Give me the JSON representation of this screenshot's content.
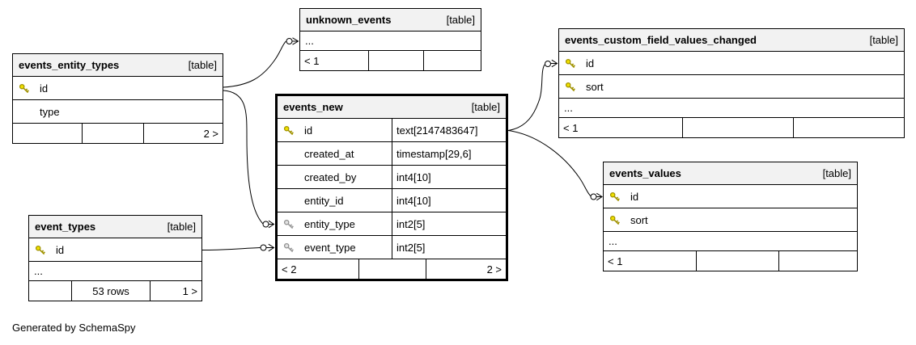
{
  "note": "Generated by SchemaSpy",
  "colors": {
    "primary_key": "#f0e000",
    "foreign_key": "#e3e3e3",
    "header_bg": "#f2f2f2",
    "border": "#000000"
  },
  "focus_table": "events_new",
  "tables": {
    "events_entity_types": {
      "name": "events_entity_types",
      "badge": "[table]",
      "columns": [
        {
          "name": "id",
          "key": "pk"
        },
        {
          "name": "type",
          "key": ""
        }
      ],
      "footer": {
        "left": "",
        "mid": "",
        "right": "2 >"
      }
    },
    "unknown_events": {
      "name": "unknown_events",
      "badge": "[table]",
      "columns": [
        {
          "name": "...",
          "key": ""
        }
      ],
      "footer": {
        "left": "< 1",
        "mid": "",
        "right": ""
      }
    },
    "events_custom_field_values_changed": {
      "name": "events_custom_field_values_changed",
      "badge": "[table]",
      "columns": [
        {
          "name": "id",
          "key": "pk"
        },
        {
          "name": "sort",
          "key": "pk"
        },
        {
          "name": "...",
          "key": ""
        }
      ],
      "footer": {
        "left": "< 1",
        "mid": "",
        "right": ""
      }
    },
    "events_new": {
      "name": "events_new",
      "badge": "[table]",
      "columns": [
        {
          "name": "id",
          "type": "text[2147483647]",
          "key": "pk"
        },
        {
          "name": "created_at",
          "type": "timestamp[29,6]",
          "key": ""
        },
        {
          "name": "created_by",
          "type": "int4[10]",
          "key": ""
        },
        {
          "name": "entity_id",
          "type": "int4[10]",
          "key": ""
        },
        {
          "name": "entity_type",
          "type": "int2[5]",
          "key": "fk"
        },
        {
          "name": "event_type",
          "type": "int2[5]",
          "key": "fk"
        }
      ],
      "footer": {
        "left": "< 2",
        "mid": "",
        "right": "2 >"
      }
    },
    "event_types": {
      "name": "event_types",
      "badge": "[table]",
      "columns": [
        {
          "name": "id",
          "key": "pk"
        },
        {
          "name": "...",
          "key": ""
        }
      ],
      "footer": {
        "left": "",
        "mid": "53 rows",
        "right": "1 >"
      }
    },
    "events_values": {
      "name": "events_values",
      "badge": "[table]",
      "columns": [
        {
          "name": "id",
          "key": "pk"
        },
        {
          "name": "sort",
          "key": "pk"
        },
        {
          "name": "...",
          "key": ""
        }
      ],
      "footer": {
        "left": "< 1",
        "mid": "",
        "right": ""
      }
    }
  },
  "relationships": [
    {
      "parent": "events_entity_types.id",
      "child": "unknown_events"
    },
    {
      "parent": "events_entity_types.id",
      "child": "events_new.entity_type"
    },
    {
      "parent": "event_types.id",
      "child": "events_new.event_type"
    },
    {
      "parent": "events_new.id",
      "child": "events_custom_field_values_changed"
    },
    {
      "parent": "events_new.id",
      "child": "events_values"
    }
  ]
}
